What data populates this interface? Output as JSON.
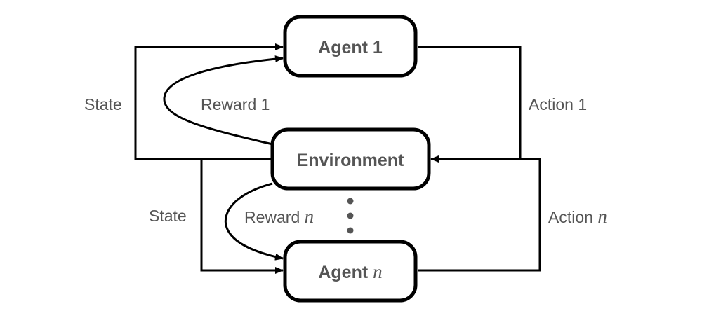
{
  "nodes": {
    "agent_1": {
      "label": "Agent 1"
    },
    "environment": {
      "label": "Environment"
    },
    "agent_n": {
      "label": "Agent ",
      "label_italic": "n"
    }
  },
  "edges": {
    "state_1": {
      "label": "State"
    },
    "reward_1": {
      "label": "Reward 1"
    },
    "action_1": {
      "label": "Action 1"
    },
    "state_n": {
      "label": "State"
    },
    "reward_n": {
      "label": "Reward ",
      "label_italic": "n"
    },
    "action_n": {
      "label": "Action ",
      "label_italic": "n"
    }
  },
  "colors": {
    "line": "#000000",
    "text": "#555555",
    "background": "#ffffff"
  }
}
